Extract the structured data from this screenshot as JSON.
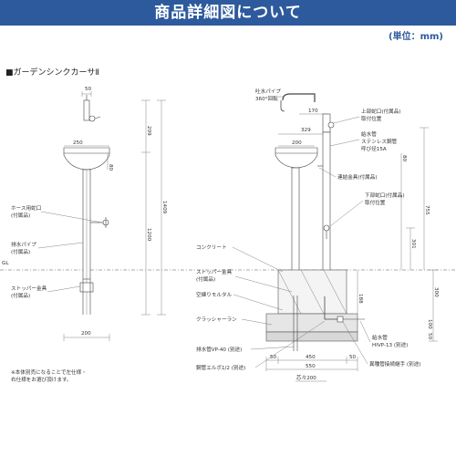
{
  "header": {
    "title": "商品詳細図について",
    "unit": "(単位：mm)"
  },
  "product_name": "■ガーデンシンクカーサⅡ",
  "left_view": {
    "labels": {
      "hose_tap": [
        "ホース用蛇口",
        "(付属品)"
      ],
      "drain_pipe": [
        "排水パイプ",
        "(付属品)"
      ],
      "stopper": [
        "ストッパー金具",
        "(付属品)"
      ]
    },
    "dims": {
      "top_width": "50",
      "bowl_width": "250",
      "bowl_depth": "80",
      "top_height": "209",
      "mid_height": "1200",
      "total_height": "1409",
      "base_width": "200"
    },
    "ground_label": "GL",
    "note": [
      "※本体別売になることで左仕様・",
      "右仕様をお選び頂けます。"
    ]
  },
  "right_view": {
    "labels": {
      "spout": [
        "吐水パイプ",
        "360°回転"
      ],
      "upper_tap": [
        "上部蛇口(付属品)",
        "取付位置"
      ],
      "supply_pipe": [
        "給水管",
        "ステンレス鋼管",
        "呼び径15A"
      ],
      "connector": [
        "連結金具(付属品)"
      ],
      "lower_tap": [
        "下部蛇口(付属品)",
        "取付位置"
      ],
      "concrete": "コンクリート",
      "stopper": [
        "ストッパー金具",
        "(付属品)"
      ],
      "mortar": "空練りモルタル",
      "crusher_run": "クラッシャーラン",
      "drain_pipe_vp": "排水管VP-40 (別途)",
      "elbow": "鋼管エルボ1/2 (別途)",
      "supply_hivp": [
        "給水管",
        "HIVP-13 (別途)"
      ],
      "joint": "異種管接続継手 (別途)"
    },
    "dims": {
      "spout_width": "170",
      "top_offset": "329",
      "bowl_width": "200",
      "bowl_depth": "80",
      "tap_height": "755",
      "lower_height": "301",
      "depth_300": "300",
      "mortar_188": "188",
      "layer_100": "100",
      "layer_50": "50",
      "side_50_left": "50",
      "side_50_right": "50",
      "inner_450": "450",
      "outer_550": "550",
      "center_200": "200",
      "center_symbol": "芯々200"
    }
  }
}
